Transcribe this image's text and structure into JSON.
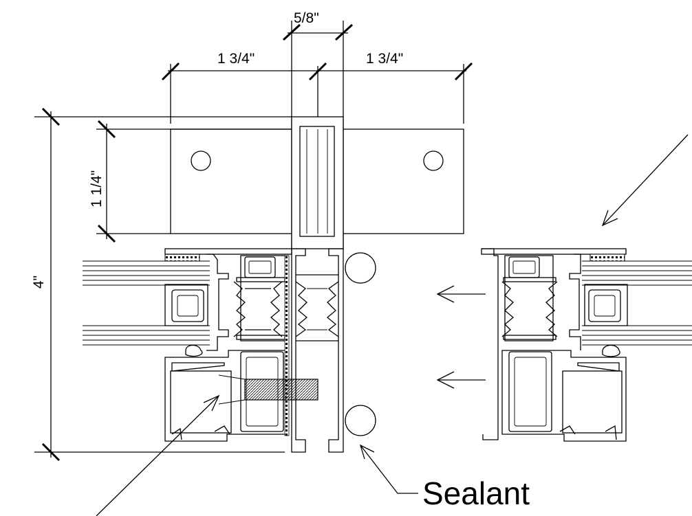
{
  "dimensions": {
    "gap_width": "5/8\"",
    "left_width": "1 3/4\"",
    "right_width": "1 3/4\"",
    "plate_height": "1 1/4\"",
    "overall_height": "4\""
  },
  "labels": {
    "sealant": "Sealant"
  }
}
